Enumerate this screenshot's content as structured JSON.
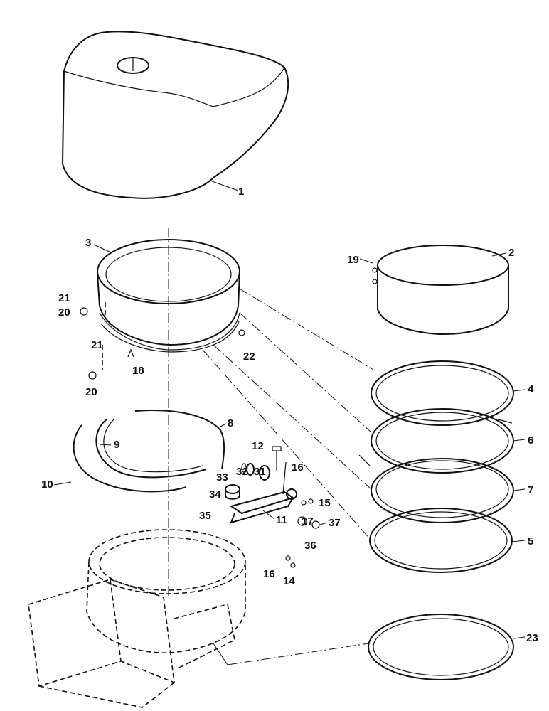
{
  "callouts": {
    "c1": "1",
    "c2": "2",
    "c3": "3",
    "c4": "4",
    "c5": "5",
    "c6": "6",
    "c7": "7",
    "c8": "8",
    "c9": "9",
    "c10": "10",
    "c11": "11",
    "c12": "12",
    "c14": "14",
    "c15": "15",
    "c16a": "16",
    "c16b": "16",
    "c17": "17",
    "c18": "18",
    "c19": "19",
    "c20a": "20",
    "c20b": "20",
    "c21a": "21",
    "c21b": "21",
    "c22": "22",
    "c23": "23",
    "c31": "31",
    "c32": "32",
    "c33": "33",
    "c34": "34",
    "c35": "35",
    "c36": "36",
    "c37": "37"
  }
}
